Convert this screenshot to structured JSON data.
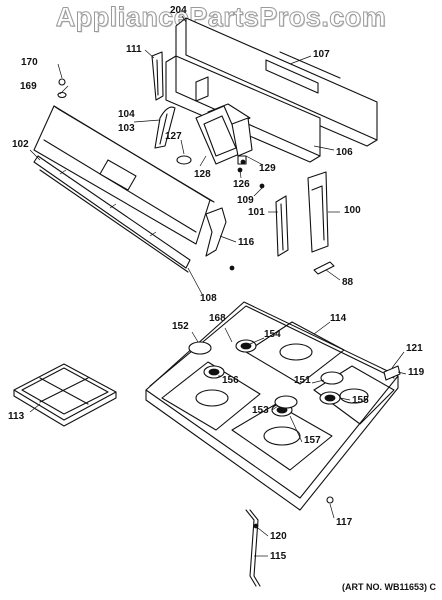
{
  "watermark": "AppliancePartsPros.com",
  "art_no": "(ART NO. WB11653) C",
  "callouts": {
    "p204": "204",
    "p107": "107",
    "p170": "170",
    "p111": "111",
    "p169": "169",
    "p104": "104",
    "p103": "103",
    "p127": "127",
    "p129": "129",
    "p106": "106",
    "p102": "102",
    "p128": "128",
    "p126": "126",
    "p109": "109",
    "p101": "101",
    "p100": "100",
    "p116": "116",
    "p88": "88",
    "p108": "108",
    "p168": "168",
    "p114": "114",
    "p152": "152",
    "p154": "154",
    "p121": "121",
    "p156": "156",
    "p151": "151",
    "p119": "119",
    "p113": "113",
    "p153": "153",
    "p155": "155",
    "p157": "157",
    "p117": "117",
    "p120": "120",
    "p115": "115"
  }
}
